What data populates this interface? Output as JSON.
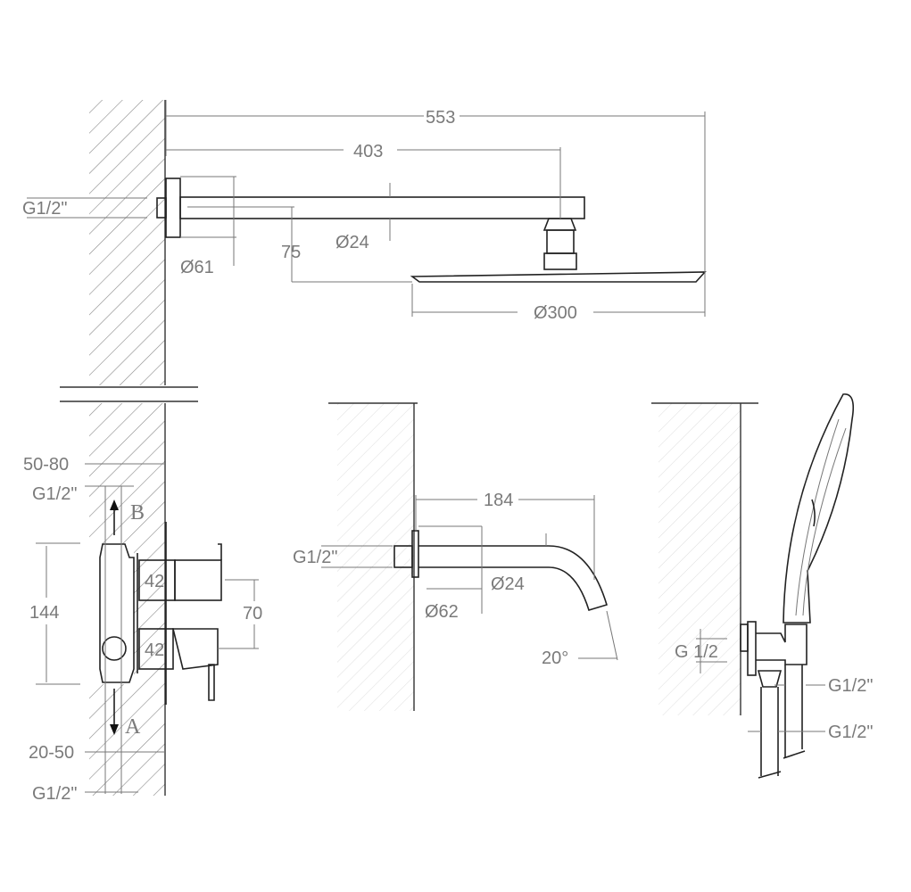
{
  "title": "Shower set technical drawing",
  "top_view": {
    "overall_length": "553",
    "arm_length": "403",
    "inlet_thread": "G1/2\"",
    "arm_diameter": "Ø24",
    "drop_height": "75",
    "flange_diameter": "Ø61",
    "head_diameter": "Ø300"
  },
  "valve_view": {
    "depth_range_top": "50-80",
    "thread_top": "G1/2\"",
    "outlet_b": "B",
    "body_height": "144",
    "upper_cartridge": "42",
    "lower_cartridge": "42",
    "handle_spacing": "70",
    "inlet_a": "A",
    "depth_range_bottom": "20-50",
    "thread_bottom": "G1/2\""
  },
  "spout_view": {
    "spout_length": "184",
    "thread": "G1/2\"",
    "spout_diameter": "Ø24",
    "flange_diameter": "Ø62",
    "angle": "20°"
  },
  "hand_shower_view": {
    "wall_outlet_thread": "G 1/2",
    "hose_thread_upper": "G1/2\"",
    "hose_thread_lower": "G1/2\""
  }
}
